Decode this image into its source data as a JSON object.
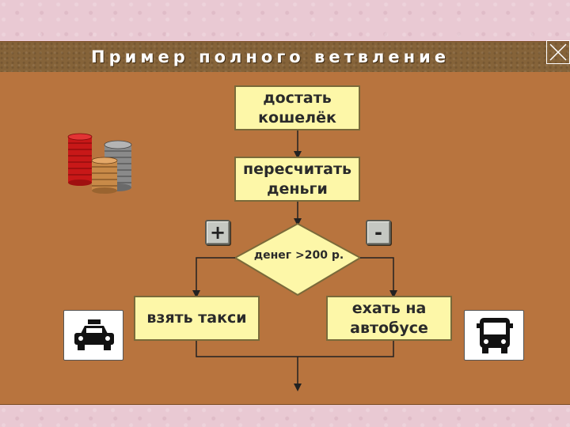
{
  "window": {
    "title": "Пример полного ветвление"
  },
  "flowchart": {
    "step1": "достать\nкошелёк",
    "step2": "пересчитать\nденьги",
    "condition": "денег >200 р.",
    "yes_branch": "взять такси",
    "no_branch": "ехать на\nавтобусе",
    "yes_sign": "+",
    "no_sign": "-"
  },
  "icons": {
    "coins": "coin-stacks-icon",
    "taxi": "taxi-icon",
    "bus": "bus-icon",
    "close": "close-icon"
  },
  "colors": {
    "background": "#b8743e",
    "titlebar": "#856339",
    "box_fill": "#fdf7a8",
    "page": "#e9c9d3"
  }
}
